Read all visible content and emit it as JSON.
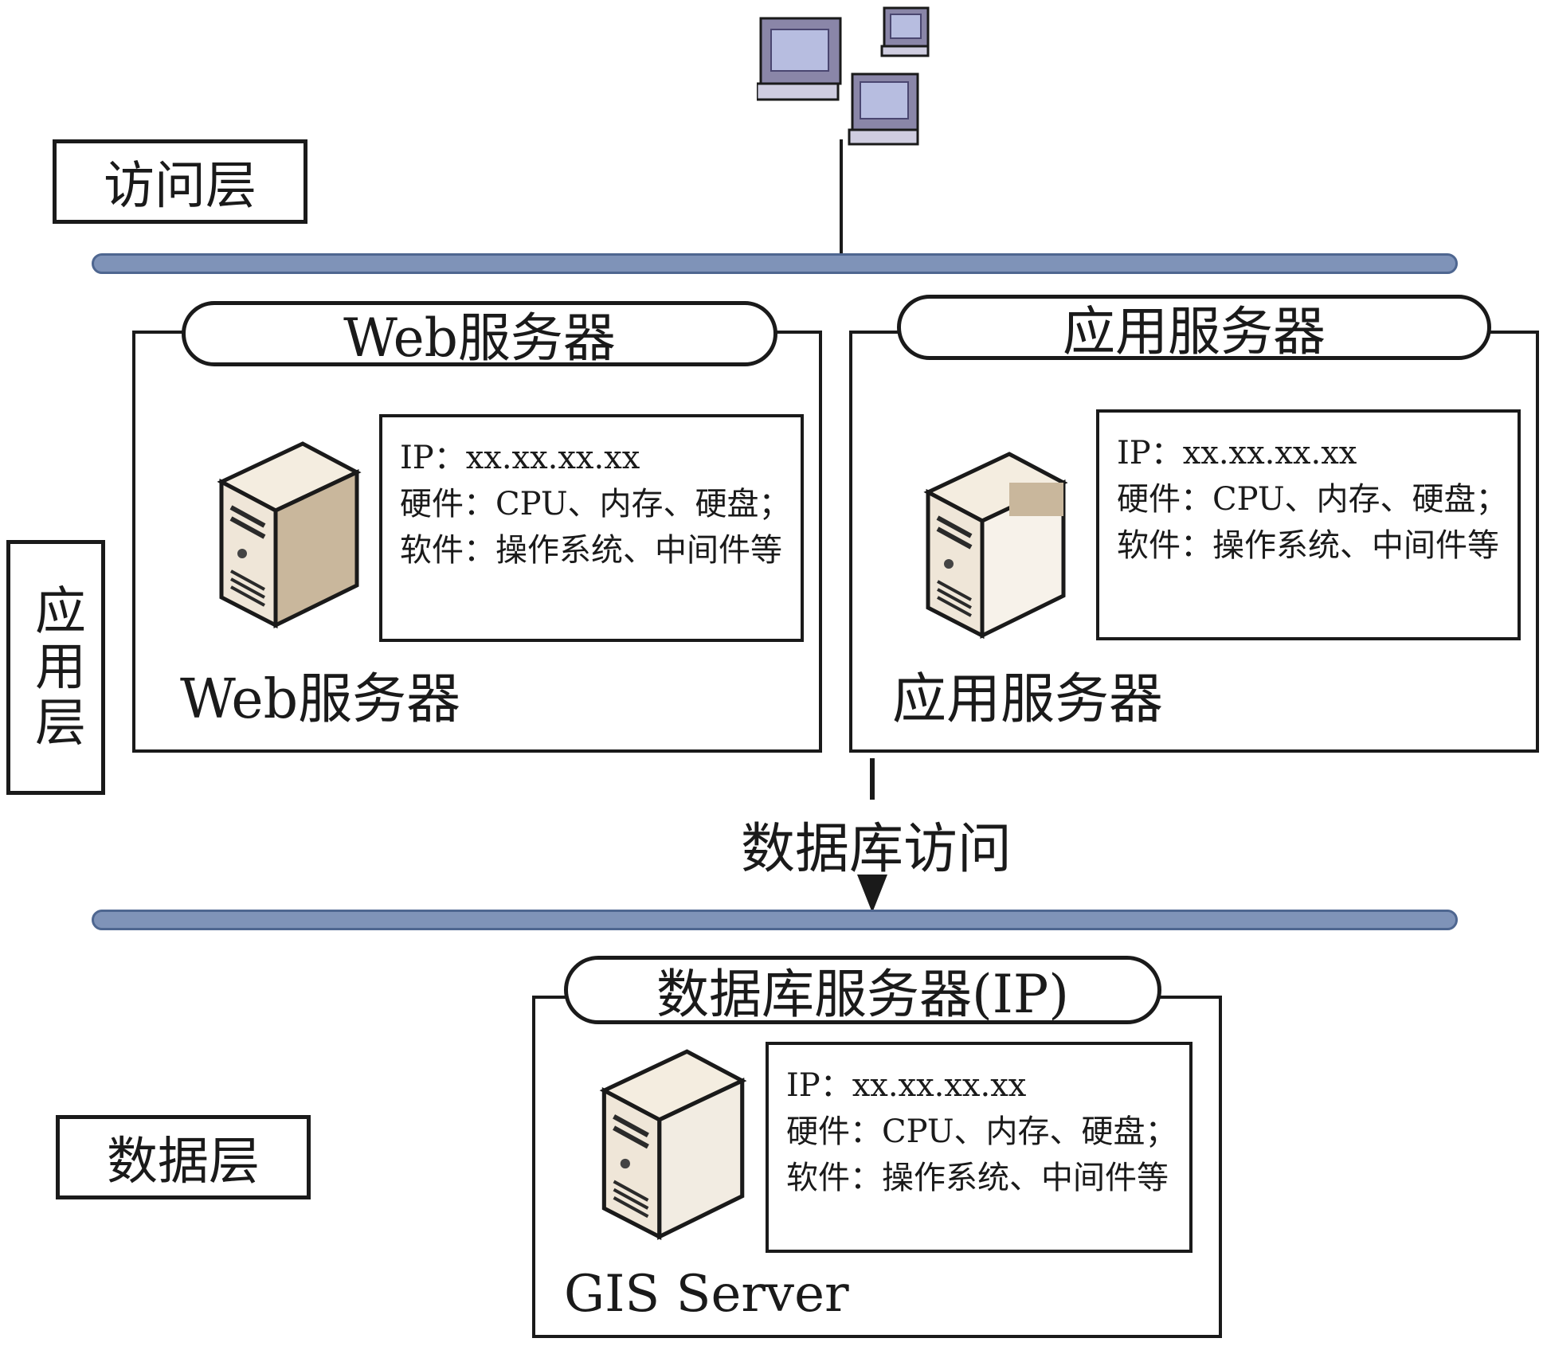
{
  "layers": {
    "access": "访问层",
    "application": "应用层",
    "data": "数据层"
  },
  "web_server": {
    "header": "Web服务器",
    "caption": "Web服务器",
    "info": [
      "IP：xx.xx.xx.xx",
      "硬件：CPU、内存、硬盘；",
      "软件：操作系统、中间件等"
    ]
  },
  "app_server": {
    "header": "应用服务器",
    "caption": "应用服务器",
    "info": [
      "IP：xx.xx.xx.xx",
      "硬件：CPU、内存、硬盘；",
      "软件：操作系统、中间件等"
    ]
  },
  "db_server": {
    "header": "数据库服务器(IP)",
    "caption": "GIS Server",
    "info": [
      "IP：xx.xx.xx.xx",
      "硬件：CPU、内存、硬盘；",
      "软件：操作系统、中间件等"
    ]
  },
  "db_access_label": "数据库访问",
  "icons": {
    "clients": "computer-terminal-icon",
    "server": "server-tower-icon",
    "arrow": "arrow-down-icon"
  },
  "colors": {
    "bus_fill": "#7f93b8",
    "bus_stroke": "#4e6690",
    "server_front": "#efe6d8",
    "server_side": "#c9b79c",
    "monitor_screen": "#9aa3c9",
    "outline": "#1a1a1a"
  }
}
